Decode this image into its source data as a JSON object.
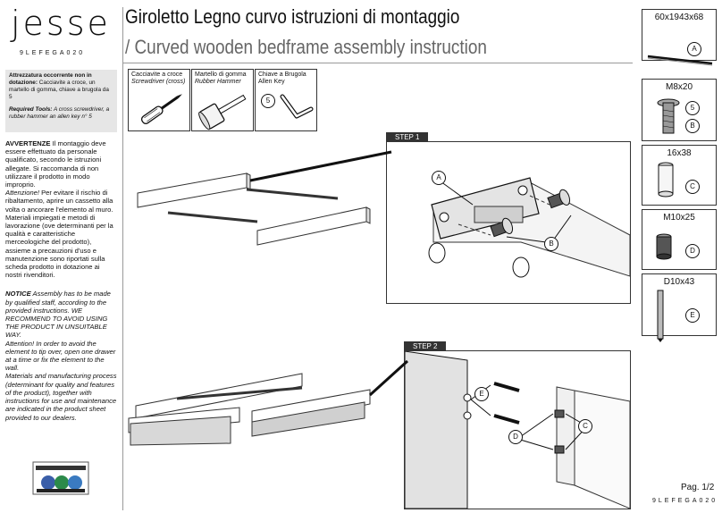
{
  "brand": {
    "name": "Jesse",
    "code": "9LEFEGA020"
  },
  "title": {
    "italian": "Giroletto Legno curvo istruzioni di montaggio",
    "english": "/ Curved wooden bedframe assembly instruction"
  },
  "tools_box": {
    "it_heading": "Attrezzatura occorrente non in dotazione:",
    "it_text": "Cacciavite a croce, un martello di gomma, chiave a brugola da 5",
    "en_heading": "Required Tools:",
    "en_text": "A cross screwdriver, a rubber hammer an allen key n° 5"
  },
  "tools": [
    {
      "it": "Cacciavite a croce",
      "en": "Screwdriver (cross)",
      "icon": "screwdriver-icon"
    },
    {
      "it": "Martello di gomma",
      "en": "Rubber Hammer",
      "icon": "hammer-icon"
    },
    {
      "it": "Chiave a Brugola",
      "en": "Allen Key",
      "icon": "allen-key-icon",
      "badge": "5"
    }
  ],
  "notes": {
    "it_warning_head": "AVVERTENZE",
    "it_warning": " Il montaggio deve essere effettuato da personale qualificato, secondo le istruzioni allegate. Si raccomanda di non utilizzare il prodotto in modo improprio.",
    "it_attention_head": "Attenzione!",
    "it_attention": " Per evitare il rischio di ribaltamento, aprire un cassetto alla volta o ancorare l'elemento al muro.",
    "it_materials": "Materiali impiegati e metodi di lavorazione (ove determinanti per la qualità e caratteristiche merceologiche del prodotto), assieme a precauzioni d'uso e manutenzione sono riportati sulla scheda prodotto in dotazione ai nostri rivenditori.",
    "en_notice_head": "NOTICE",
    "en_notice": " Assembly has to be made by qualified staff, according to the provided instructions. WE RECOMMEND TO AVOID USING THE PRODUCT IN UNSUITABLE WAY.",
    "en_attention_head": "Attention!",
    "en_attention": " In order to avoid the element to tip over, open one drawer at a time or fix the element to the wall.",
    "en_materials": "Materials and manufacturing process (determinant for quality and features of the product), together with instructions for use and maintenance are indicated in the product sheet provided to our dealers."
  },
  "parts": [
    {
      "size": "60x1943x68",
      "letter": "A"
    },
    {
      "size": "M8x20",
      "letter": "B",
      "badge": "5"
    },
    {
      "size": "16x38",
      "letter": "C"
    },
    {
      "size": "M10x25",
      "letter": "D"
    },
    {
      "size": "D10x43",
      "letter": "E"
    }
  ],
  "steps": [
    {
      "label": "STEP 1",
      "callouts": [
        "A",
        "B"
      ]
    },
    {
      "label": "STEP 2",
      "callouts": [
        "E",
        "C",
        "D"
      ]
    }
  ],
  "footer": {
    "page": "Pag. 1/2",
    "code": "9LEFEGA020"
  }
}
